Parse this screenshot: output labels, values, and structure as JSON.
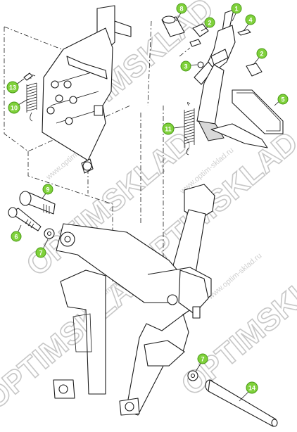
{
  "colors": {
    "badge_fill": "#7fd13b",
    "badge_text": "#ffffff",
    "line": "#1a1a1a",
    "watermark": "#c7c7c7"
  },
  "watermark": {
    "brand": "OPTIMSKLAD",
    "url": "www.optim-sklad.ru"
  },
  "callouts": [
    {
      "id": "8",
      "label": "8"
    },
    {
      "id": "1",
      "label": "1"
    },
    {
      "id": "4",
      "label": "4"
    },
    {
      "id": "2a",
      "label": "2"
    },
    {
      "id": "2b",
      "label": "2"
    },
    {
      "id": "3",
      "label": "3"
    },
    {
      "id": "5",
      "label": "5"
    },
    {
      "id": "13",
      "label": "13"
    },
    {
      "id": "10",
      "label": "10"
    },
    {
      "id": "11",
      "label": "11"
    },
    {
      "id": "9",
      "label": "9"
    },
    {
      "id": "6",
      "label": "6"
    },
    {
      "id": "7a",
      "label": "7"
    },
    {
      "id": "7b",
      "label": "7"
    },
    {
      "id": "14",
      "label": "14"
    }
  ]
}
